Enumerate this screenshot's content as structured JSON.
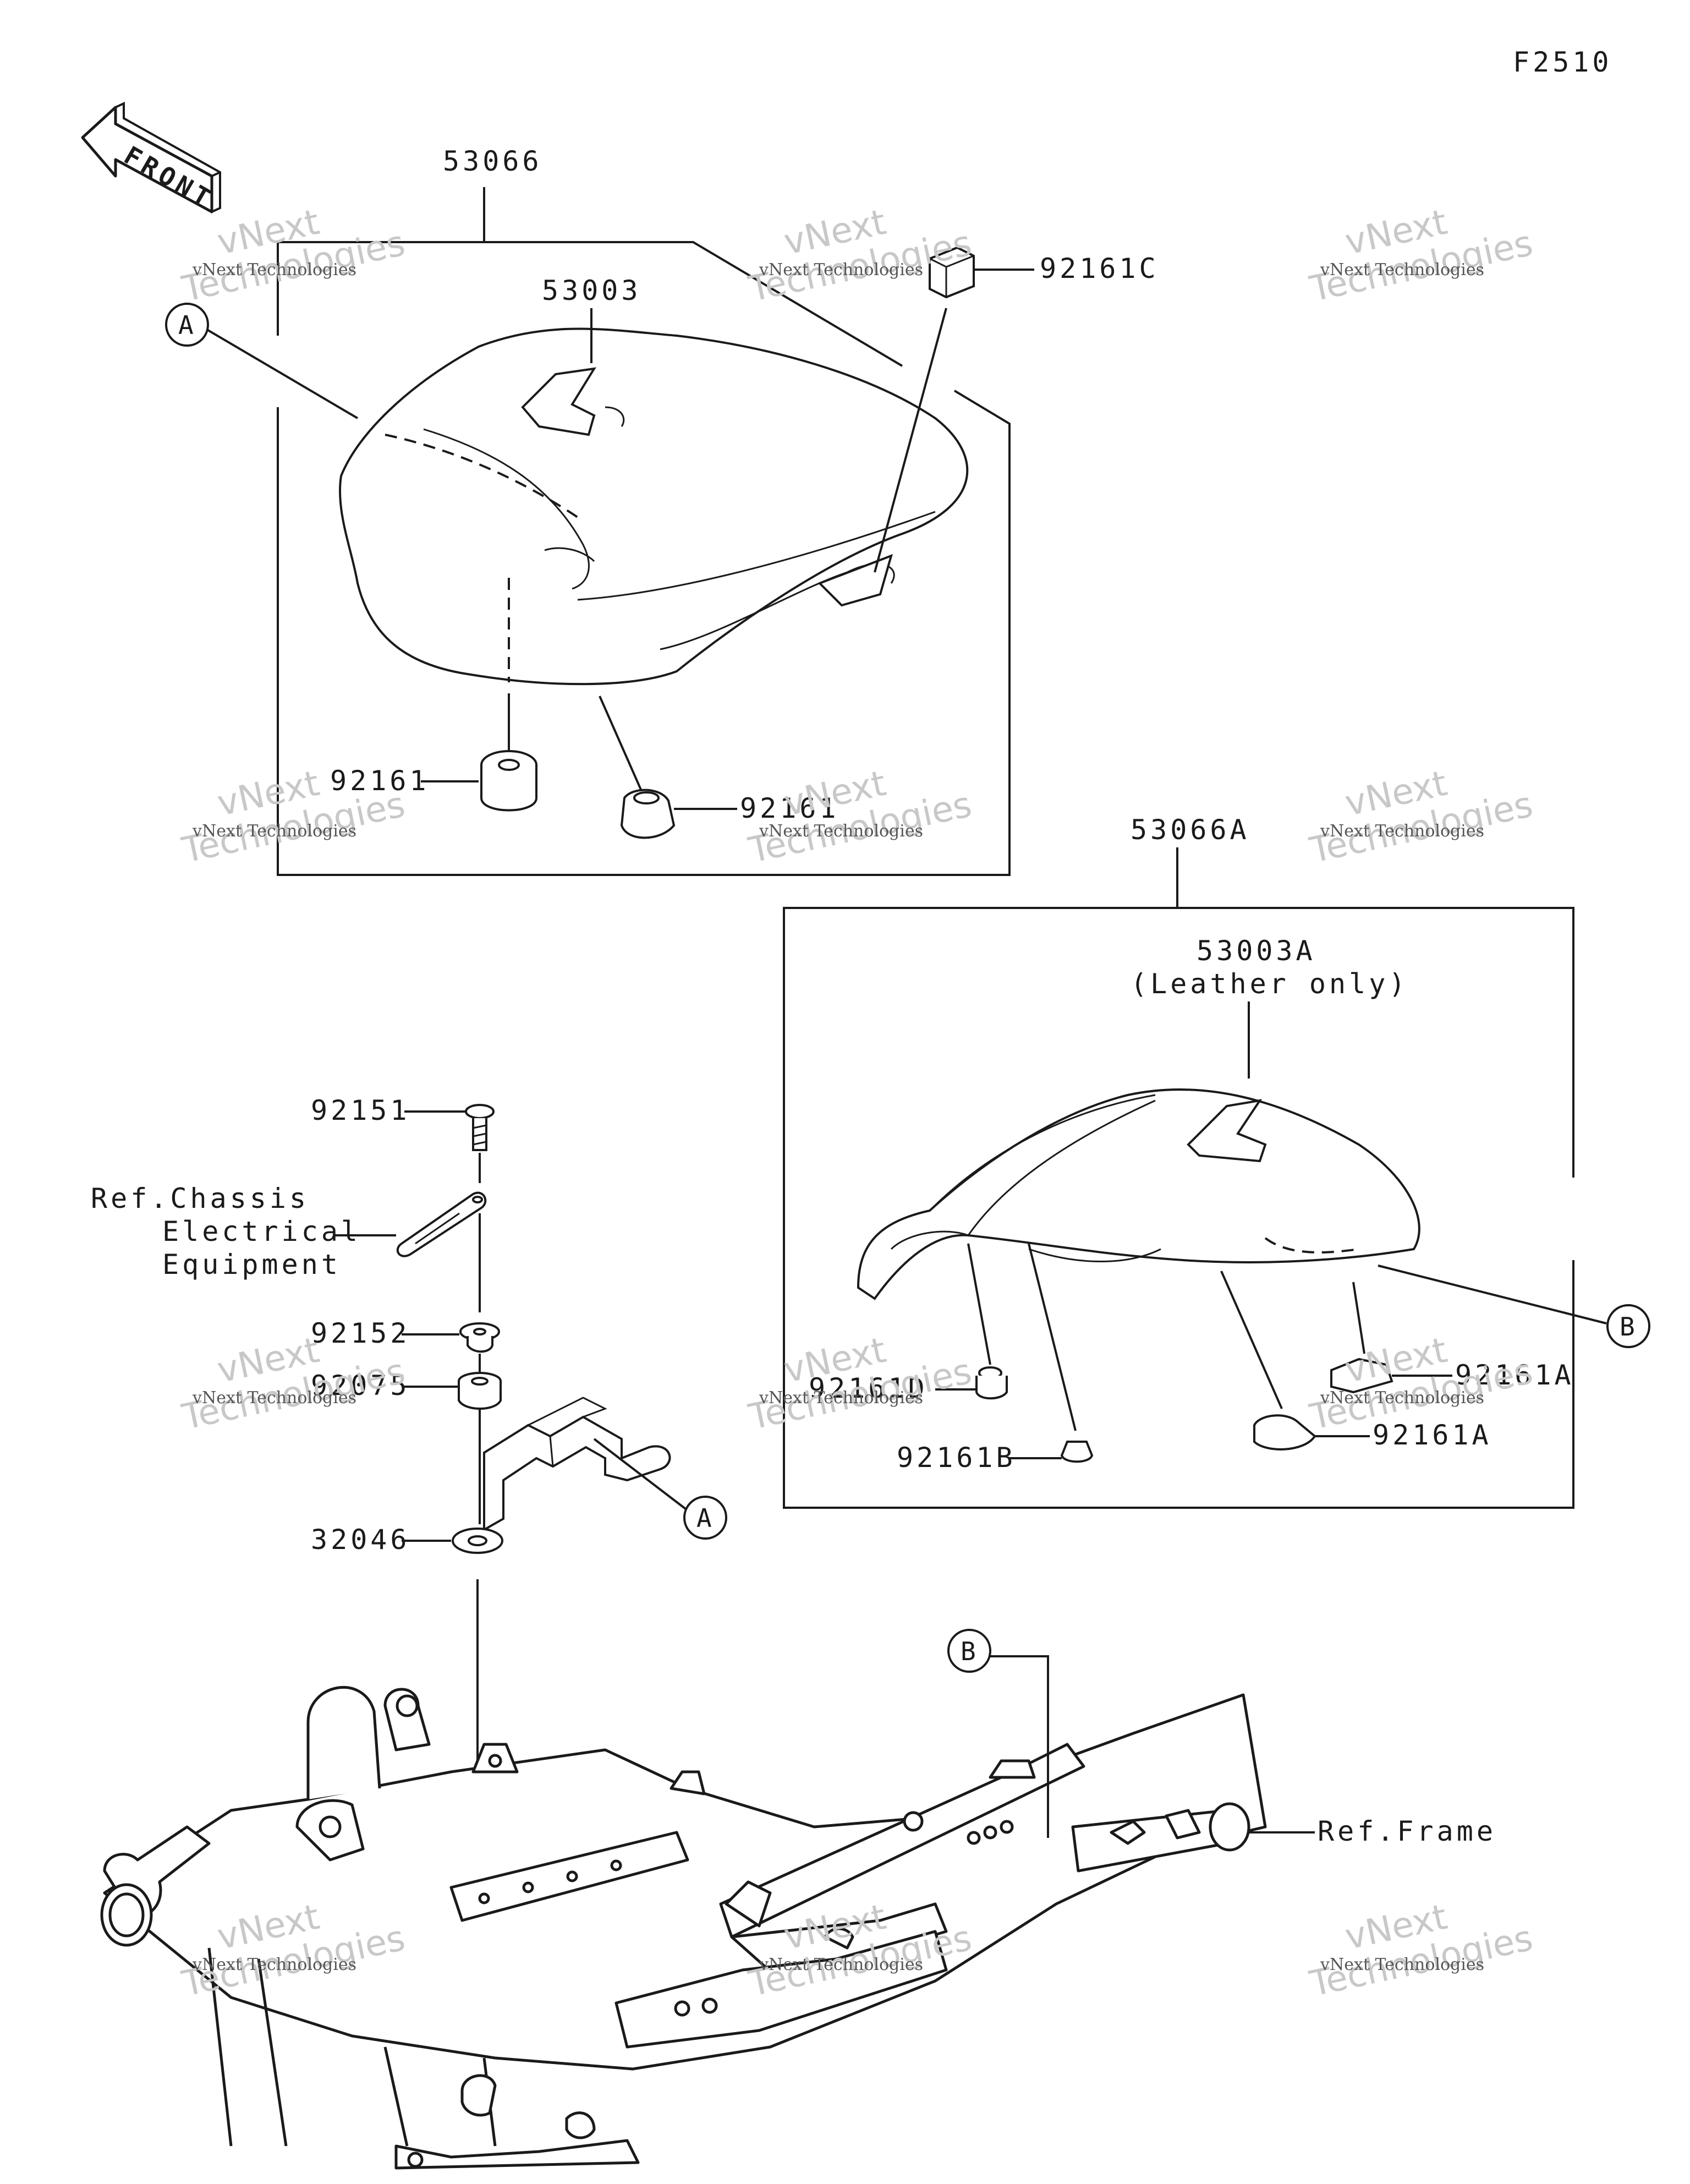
{
  "figure_code": "F2510",
  "front_arrow_label": "FRONT",
  "group_upper": {
    "assembly": "53066",
    "cover": "53003"
  },
  "group_lower": {
    "assembly": "53066A",
    "cover": "53003A",
    "cover_note": "(Leather only)"
  },
  "callouts": {
    "a_upper": "A",
    "a_lower": "A",
    "b_upper": "B",
    "b_lower": "B"
  },
  "parts": {
    "p92161c": "92161C",
    "p92161_left": "92161",
    "p92161_right": "92161",
    "p92161d": "92161D",
    "p92161b": "92161B",
    "p92161a_top": "92161A",
    "p92161a_bottom": "92161A",
    "p92151": "92151",
    "p92152": "92152",
    "p92075": "92075",
    "p32046": "32046"
  },
  "references": {
    "chassis_line1": "Ref.Chassis",
    "chassis_line2": "Electrical",
    "chassis_line3": "Equipment",
    "frame": "Ref.Frame"
  },
  "watermark": {
    "big_line1": "vNext",
    "big_line2": "Technologies",
    "small": "vNext Technologies"
  }
}
